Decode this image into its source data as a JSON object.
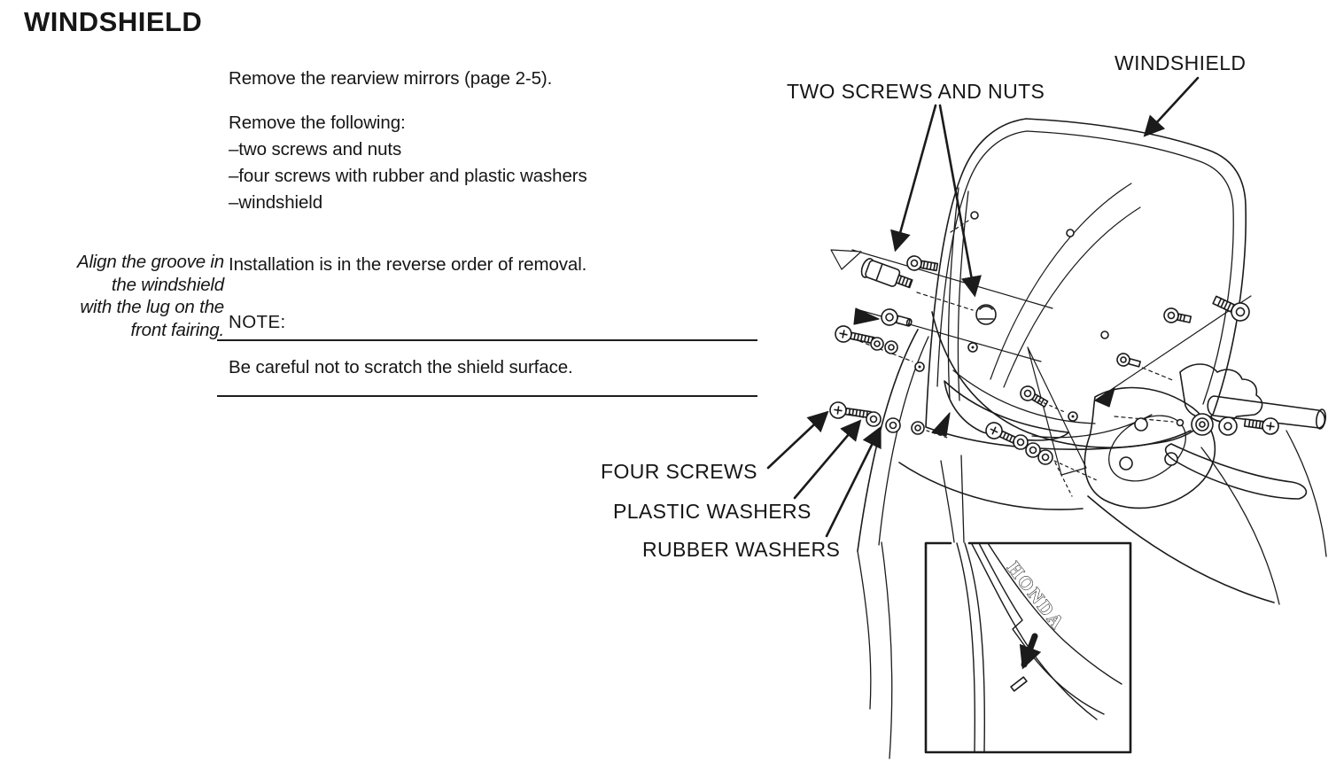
{
  "doc": {
    "title": "WINDSHIELD",
    "step1": "Remove the rearview mirrors (page 2-5).",
    "step2_heading": "Remove the following:",
    "removal_items": [
      "–two screws and nuts",
      "–four screws with rubber and plastic washers",
      "–windshield"
    ],
    "install": "Installation is in the reverse order of removal.",
    "margin_note_lines": [
      "Align the groove in",
      "the windshield",
      "with the lug on the",
      "front fairing."
    ],
    "note_label": "NOTE:",
    "note_body": "Be careful not to scratch the shield surface."
  },
  "diagram": {
    "label_two_screws_nuts": "TWO SCREWS AND NUTS",
    "label_windshield": "WINDSHIELD",
    "label_four_screws": "FOUR SCREWS",
    "label_plastic_washers": "PLASTIC WASHERS",
    "label_rubber_washers": "RUBBER WASHERS",
    "inset_logo": "HONDA"
  },
  "colors": {
    "ink": "#1b1b1b",
    "paper": "#ffffff"
  }
}
